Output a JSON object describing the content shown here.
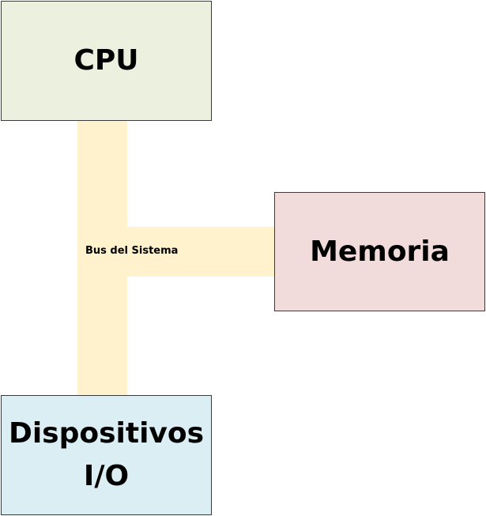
{
  "diagram": {
    "cpu": {
      "label": "CPU"
    },
    "memoria": {
      "label": "Memoria"
    },
    "io": {
      "line1": "Dispositivos",
      "line2": "I/O"
    },
    "bus": {
      "label": "Bus del Sistema"
    }
  },
  "colors": {
    "cpu_fill": "#ebf1de",
    "memoria_fill": "#f2dcdb",
    "io_fill": "#dbeef3",
    "bus_fill": "#fff2cc",
    "border": "#3a3a3a"
  }
}
